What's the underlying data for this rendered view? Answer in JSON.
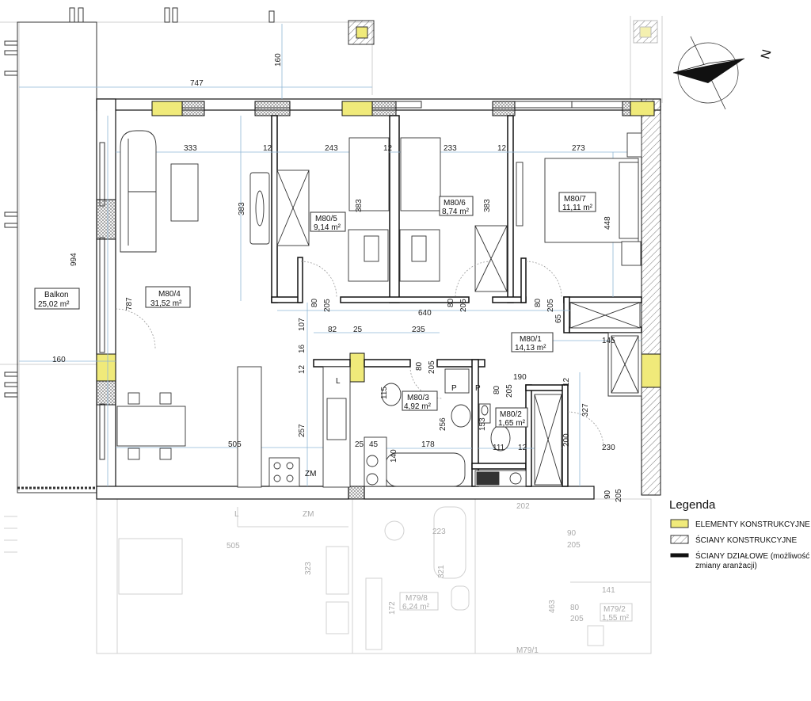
{
  "compass": {
    "north_label": "N"
  },
  "rooms": [
    {
      "code": "M80/4",
      "area": "31,52 m²"
    },
    {
      "code": "M80/5",
      "area": "9,14 m²"
    },
    {
      "code": "M80/6",
      "area": "8,74 m²"
    },
    {
      "code": "M80/7",
      "area": "11,11 m²"
    },
    {
      "code": "M80/1",
      "area": "14,13 m²"
    },
    {
      "code": "M80/3",
      "area": "4,92 m²"
    },
    {
      "code": "M80/2",
      "area": "1,65 m²"
    },
    {
      "code": "Balkon",
      "area": "25,02 m²"
    }
  ],
  "ghost_rooms": [
    {
      "code": "M79/8",
      "area": "6,24 m²"
    },
    {
      "code": "M79/2",
      "area": "1,55 m²"
    },
    {
      "code": "M79/1",
      "area": ""
    }
  ],
  "dimensions": {
    "d747": "747",
    "d160a": "160",
    "d994": "994",
    "d160b": "160",
    "d787": "787",
    "d333": "333",
    "d12a": "12",
    "d243": "243",
    "d12b": "12",
    "d233": "233",
    "d12c": "12",
    "d273": "273",
    "d383a": "383",
    "d383b": "383",
    "d383c": "383",
    "d448": "448",
    "d80a": "80",
    "d205a": "205",
    "d80b": "80",
    "d205b": "205",
    "d80c": "80",
    "d205c": "205",
    "d640": "640",
    "d65": "65",
    "d145": "145",
    "d107": "107",
    "d82": "82",
    "d25a": "25",
    "d235": "235",
    "d16": "16",
    "d12d": "12",
    "d80d": "80",
    "d205d": "205",
    "d115": "115",
    "d190": "190",
    "d80e": "80",
    "d205e": "205",
    "d12e": "12",
    "d327": "327",
    "d153": "153",
    "d256": "256",
    "d257": "257",
    "d505": "505",
    "d25b": "25",
    "d45": "45",
    "d140": "140",
    "d178": "178",
    "d111": "111",
    "d12f": "12",
    "d200": "200",
    "d230": "230",
    "d90": "90",
    "d205f": "205"
  },
  "ghost_dimensions": {
    "g202": "202",
    "g223": "223",
    "g90": "90",
    "g205a": "205",
    "g505": "505",
    "g323": "323",
    "g321": "321",
    "g172": "172",
    "g141": "141",
    "g463": "463",
    "g80": "80",
    "g205b": "205"
  },
  "fixtures": {
    "fridge": "L",
    "boiler": "ZM",
    "ghost_fridge": "L",
    "ghost_boiler": "ZM",
    "p1": "P",
    "p2": "P"
  },
  "legend": {
    "title": "Legenda",
    "items": [
      {
        "label": "ELEMENTY KONSTRUKCYJNE",
        "color": "#f0ea7a"
      },
      {
        "label": "ŚCIANY KONSTRUKCYJNE",
        "color": "#ffffff"
      },
      {
        "label": "ŚCIANY DZIAŁOWE (możliwość",
        "label2": "zmiany aranżacji)",
        "color": "#111111"
      }
    ]
  },
  "colors": {
    "structural": "#f0ea7a",
    "wall_line": "#111111",
    "ghost": "#c8c8c8",
    "dimension": "#5aa0d0"
  }
}
